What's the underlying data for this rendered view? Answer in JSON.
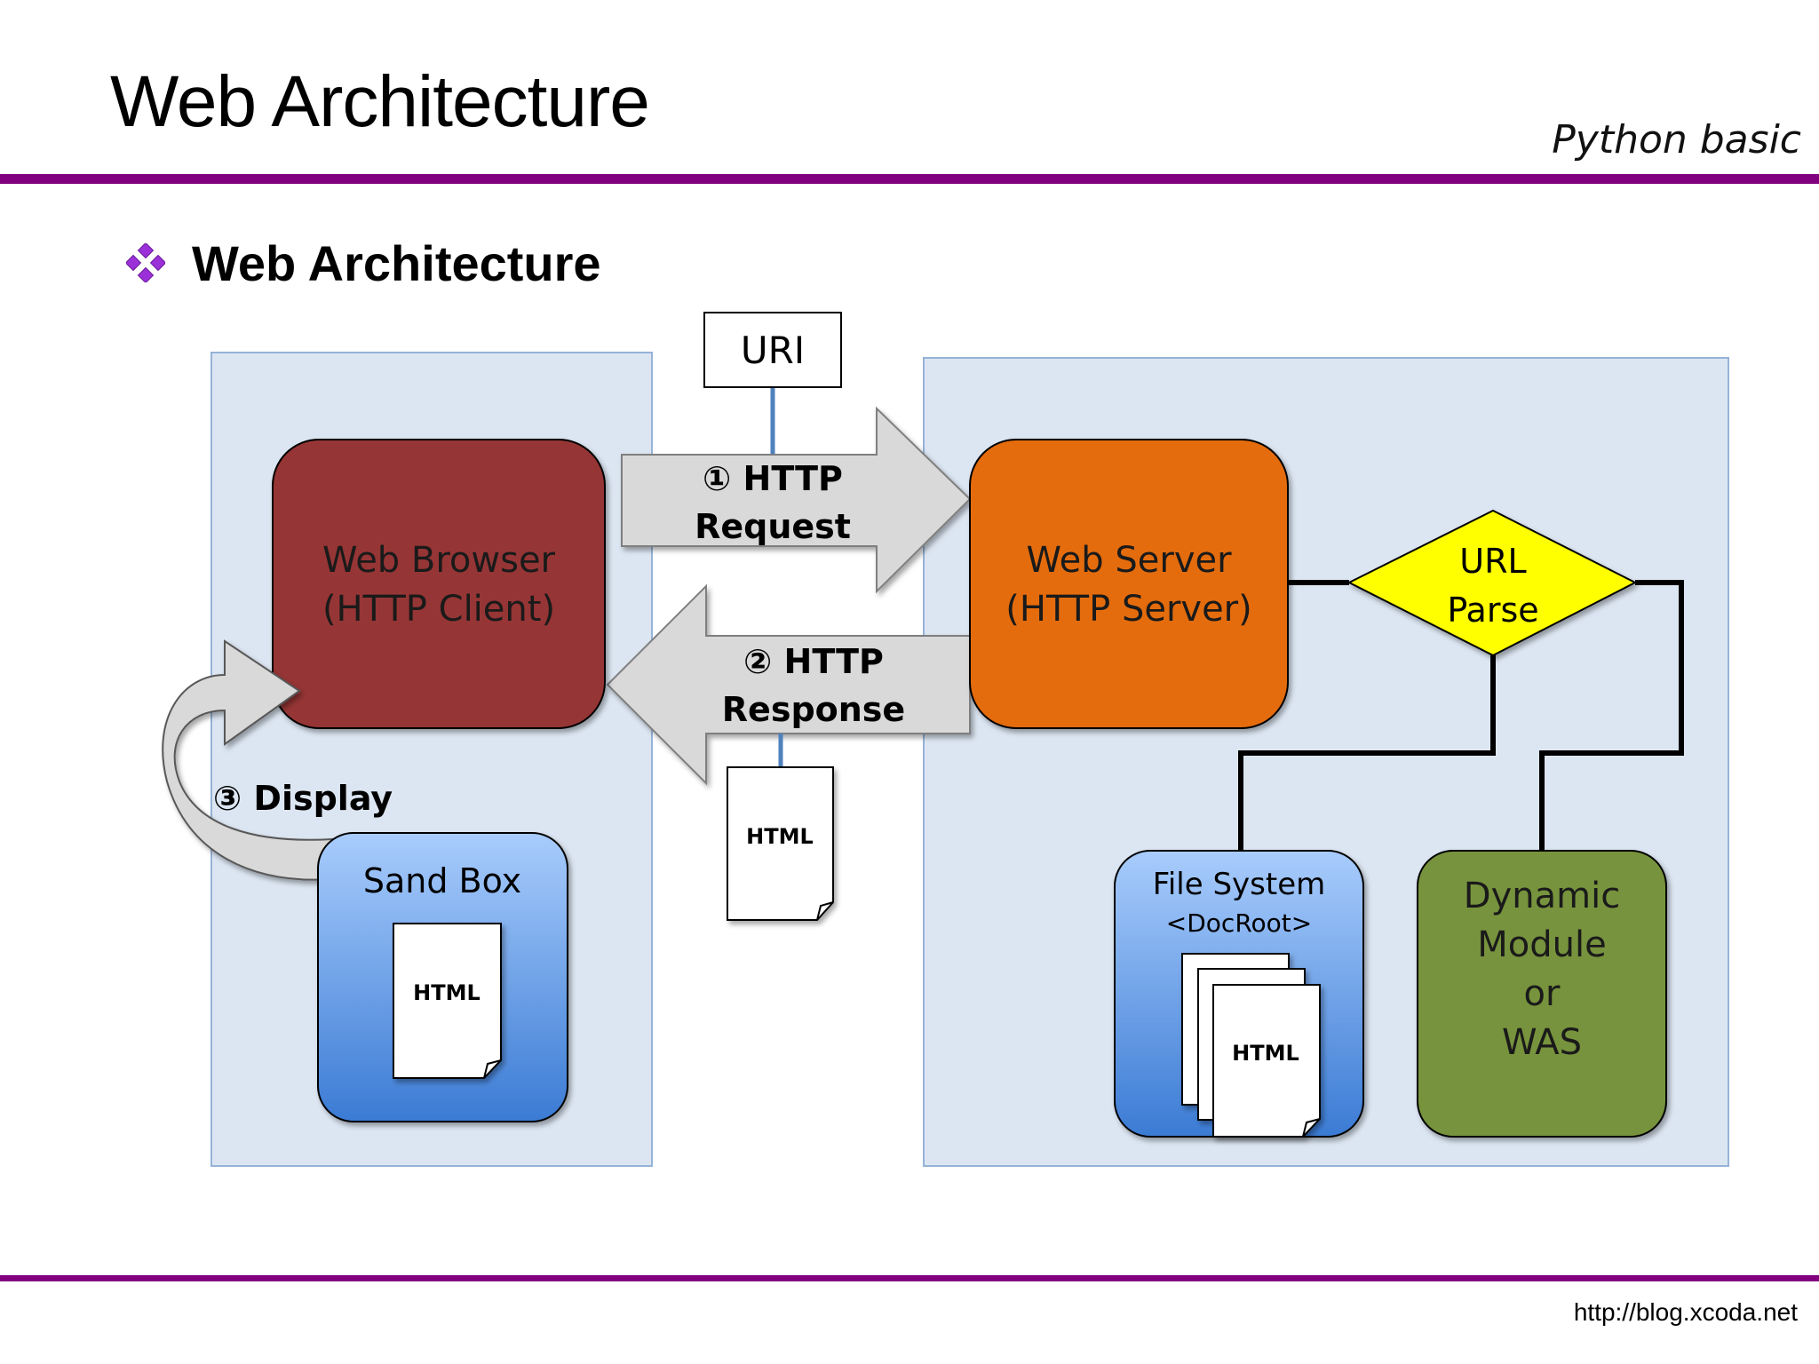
{
  "slide": {
    "title": "Web Architecture",
    "course_label": "Python basic",
    "bullet_heading": "Web Architecture",
    "footer_url": "http://blog.xcoda.net"
  },
  "diagram": {
    "uri_box": "URI",
    "browser": {
      "line1": "Web Browser",
      "line2": "(HTTP Client)"
    },
    "request_arrow": {
      "line1": "① HTTP",
      "line2": "Request"
    },
    "response_arrow": {
      "line1": "② HTTP",
      "line2": "Response"
    },
    "display_arrow": "③ Display",
    "server": {
      "line1": "Web Server",
      "line2": "(HTTP Server)"
    },
    "url_parse": {
      "line1": "URL",
      "line2": "Parse"
    },
    "sandbox": {
      "title": "Sand Box",
      "doc": "HTML"
    },
    "response_doc": "HTML",
    "file_system": {
      "line1": "File System",
      "line2": "<DocRoot>",
      "doc": "HTML"
    },
    "dynamic_module": {
      "line1": "Dynamic",
      "line2": "Module",
      "line3": "or",
      "line4": "WAS"
    }
  },
  "colors": {
    "accent_rule": "#800080",
    "bullet": "#9b30d9",
    "zone_fill": "#dce6f2",
    "zone_stroke": "#95b3d7",
    "browser": "#963634",
    "server": "#e46c0a",
    "url_parse": "#ffff00",
    "dynamic_module": "#77933c",
    "blue_box_top": "#9dc3fb",
    "blue_box_bottom": "#3d7fd6",
    "arrow_fill": "#d9d9d9"
  }
}
